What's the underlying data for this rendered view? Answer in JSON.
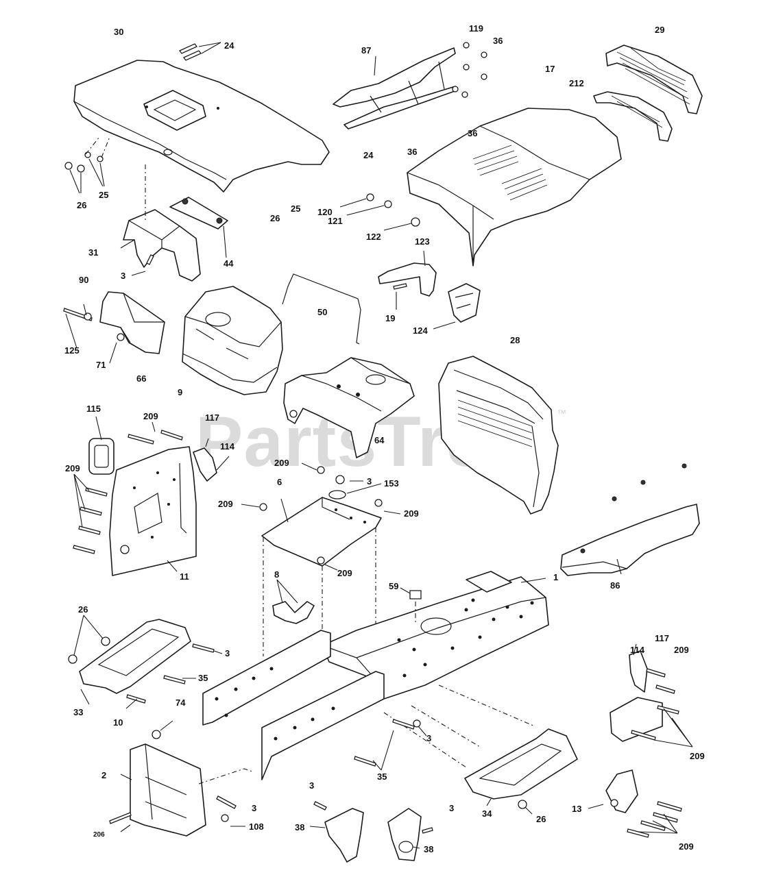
{
  "watermark": {
    "text": "PartsTree",
    "trademark": "™"
  },
  "callouts": [
    "30",
    "24",
    "87",
    "119",
    "36",
    "29",
    "17",
    "212",
    "25",
    "26",
    "24",
    "36",
    "36",
    "25",
    "26",
    "120",
    "121",
    "122",
    "31",
    "44",
    "3",
    "90",
    "125",
    "71",
    "66",
    "9",
    "50",
    "123",
    "19",
    "124",
    "28",
    "64",
    "115",
    "209",
    "117",
    "114",
    "209",
    "3",
    "153",
    "6",
    "209",
    "209",
    "209",
    "11",
    "209",
    "86",
    "59",
    "1",
    "8",
    "26",
    "3",
    "35",
    "33",
    "10",
    "74",
    "114",
    "117",
    "209",
    "209",
    "2",
    "3",
    "206",
    "108",
    "3",
    "38",
    "3",
    "38",
    "35",
    "3",
    "34",
    "26",
    "13",
    "209"
  ]
}
